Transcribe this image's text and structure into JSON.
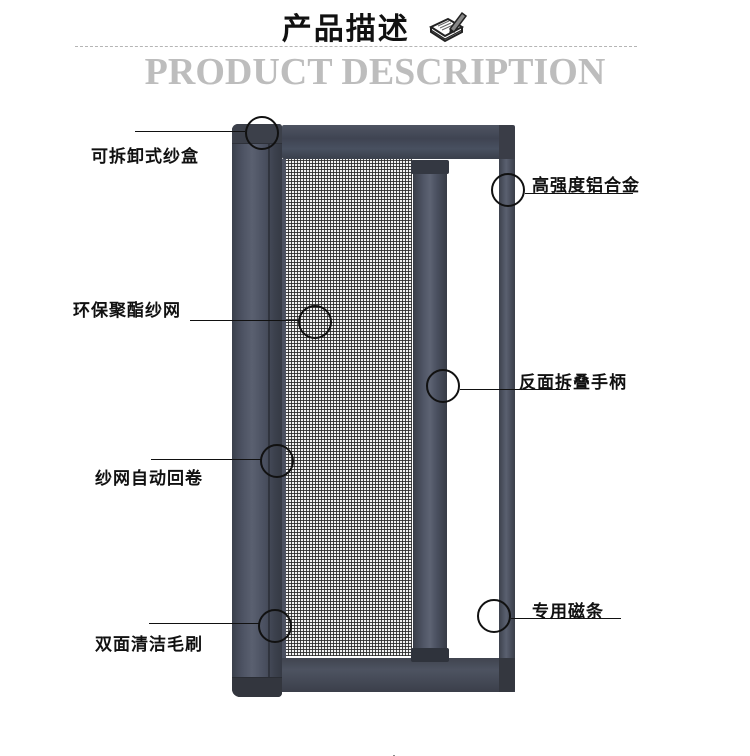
{
  "header": {
    "title": "产品描述",
    "subtitle": "PRODUCT DESCRIPTION",
    "icon": "notepad-pencil-icon"
  },
  "colors": {
    "frame": "#454a57",
    "title_text": "#111111",
    "subtitle_text": "#bdbdbd",
    "background": "#ffffff"
  },
  "callouts": [
    {
      "label": "可拆卸式纱盒",
      "side": "left"
    },
    {
      "label": "高强度铝合金",
      "side": "right"
    },
    {
      "label": "环保聚酯纱网",
      "side": "left"
    },
    {
      "label": "反面拆叠手柄",
      "side": "right"
    },
    {
      "label": "纱网自动回卷",
      "side": "left"
    },
    {
      "label": "专用磁条",
      "side": "right"
    },
    {
      "label": "双面清洁毛刷",
      "side": "left"
    }
  ]
}
